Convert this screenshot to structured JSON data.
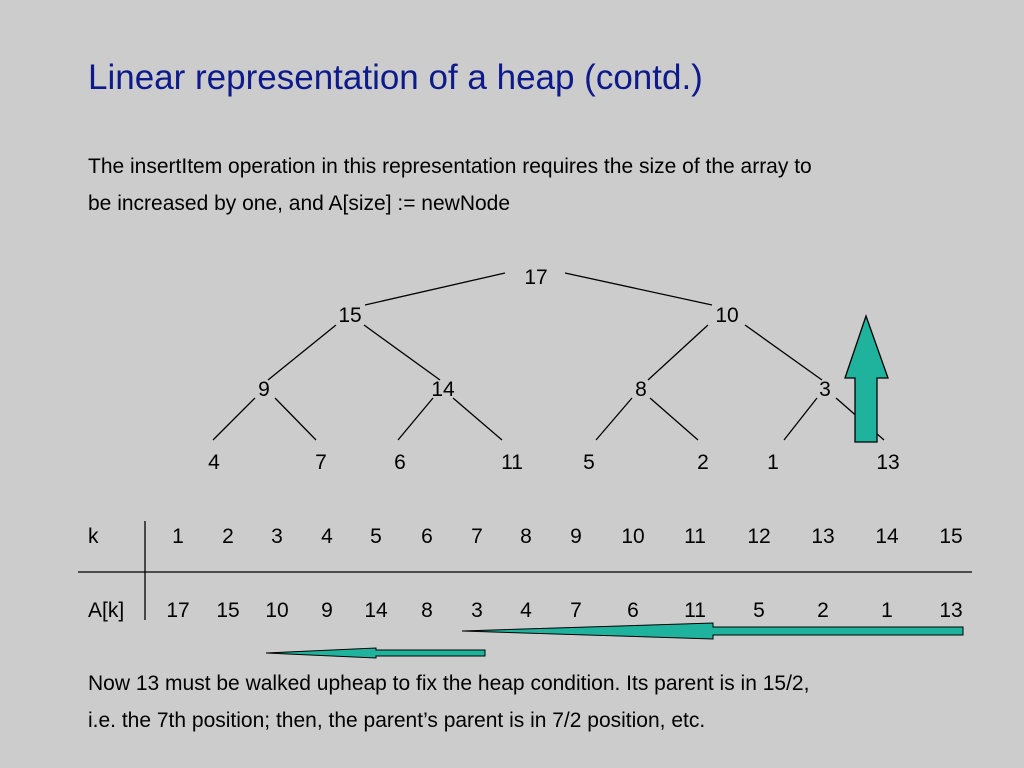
{
  "slide": {
    "title": "Linear representation of a heap (contd.)",
    "intro_line1": "The insertItem operation in this representation requires the size of the array to",
    "intro_line2": "be increased by one, and  A[size] := newNode",
    "outro_line1": "Now 13 must be walked upheap to fix the heap condition. Its parent is in 15/2,",
    "outro_line2": "i.e. the 7th position; then, the parent’s parent is in 7/2 position, etc."
  },
  "tree": {
    "nodes": [
      "17",
      "15",
      "10",
      "9",
      "14",
      "8",
      "3",
      "4",
      "7",
      "6",
      "11",
      "5",
      "2",
      "1",
      "13"
    ],
    "up_arrow_color": "#1fb39e"
  },
  "table": {
    "row1_label": "k",
    "row2_label": "A[k]",
    "k": [
      "1",
      "2",
      "3",
      "4",
      "5",
      "6",
      "7",
      "8",
      "9",
      "10",
      "11",
      "12",
      "13",
      "14",
      "15"
    ],
    "a": [
      "17",
      "15",
      "10",
      "9",
      "14",
      "8",
      "3",
      "4",
      "7",
      "6",
      "11",
      "5",
      "2",
      "1",
      "13"
    ],
    "arrow_color": "#1fb39e"
  }
}
